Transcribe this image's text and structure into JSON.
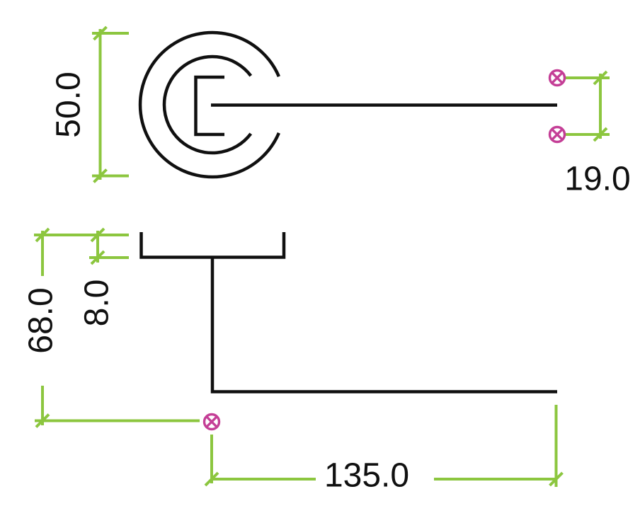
{
  "title": "lever-handle-technical-drawing",
  "dimensions": {
    "rose_diameter": "50.0",
    "fixing_centres": "19.0",
    "rose_thickness": "8.0",
    "overall_projection": "68.0",
    "lever_length": "135.0"
  },
  "icons": {
    "fixing_point": "circle-x-marker"
  },
  "colors": {
    "dimension_lines": "#8cc63f",
    "fixing_markers": "#c43e96",
    "outline": "#101010",
    "background": "#ffffff"
  }
}
